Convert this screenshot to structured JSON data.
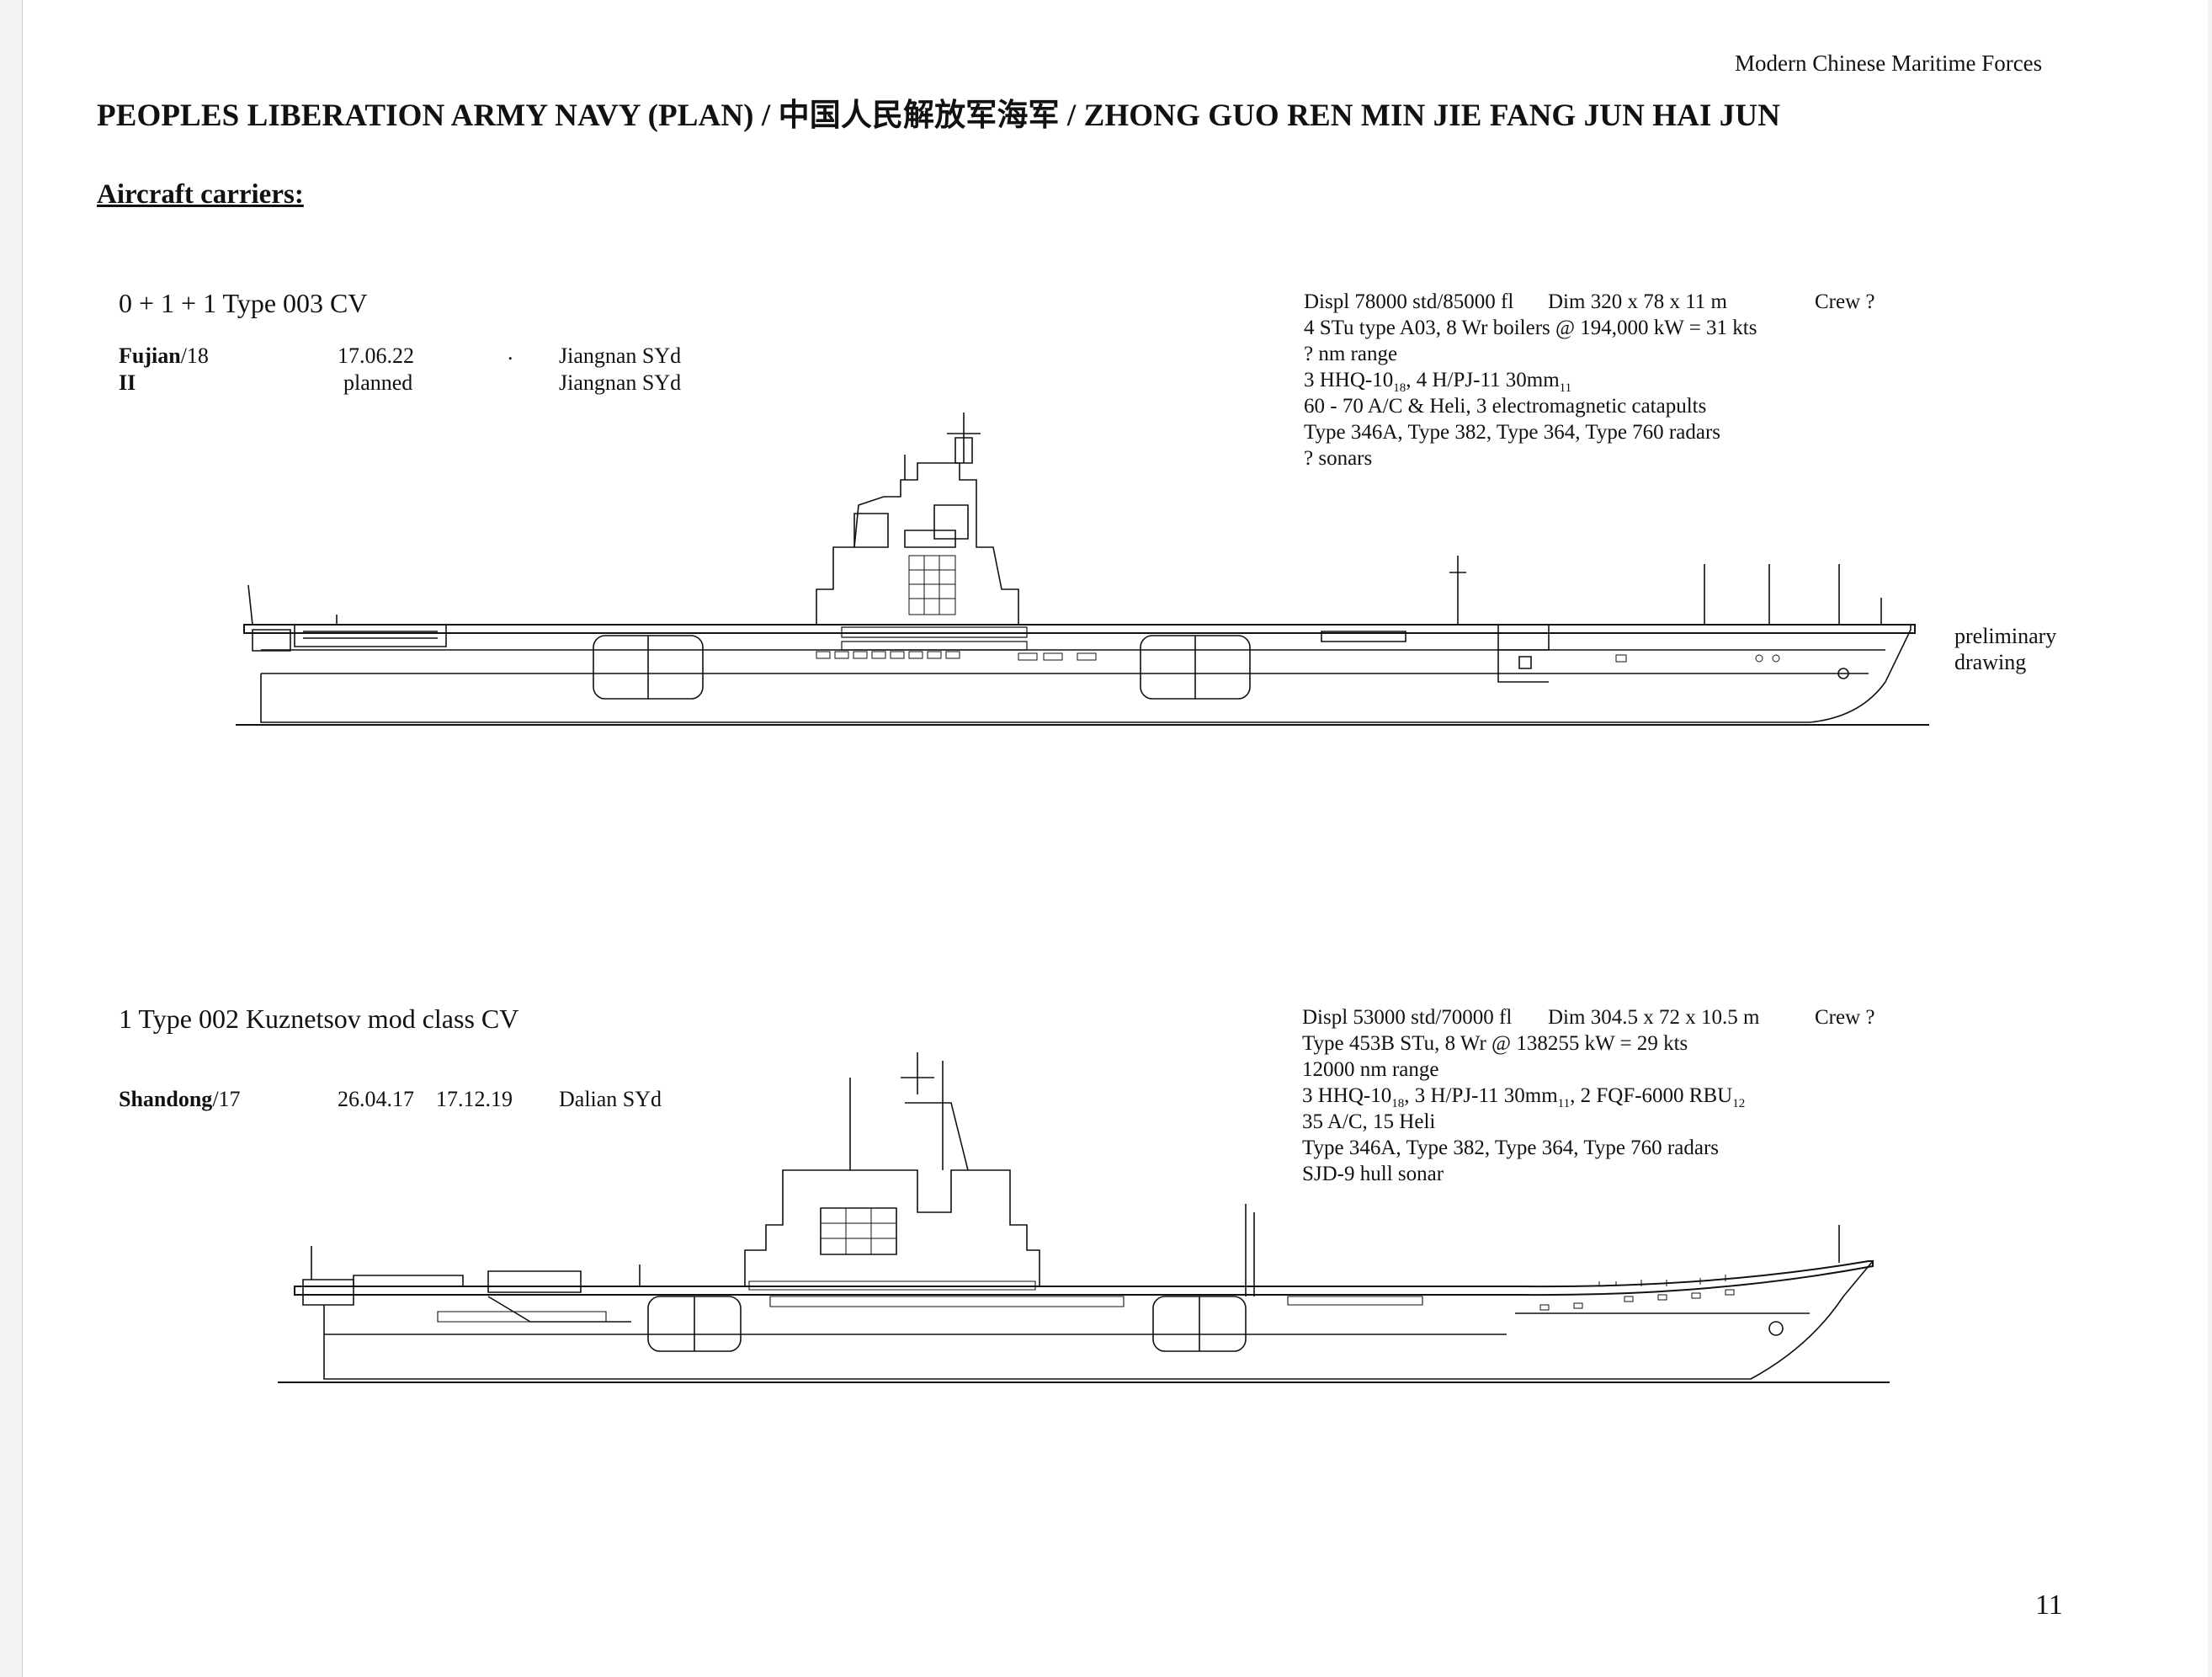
{
  "header": {
    "series_title": "Modern Chinese Maritime Forces",
    "main_title": "PEOPLES LIBERATION ARMY NAVY (PLAN) / 中国人民解放军海军 / ZHONG GUO REN MIN JIE FANG JUN HAI JUN"
  },
  "section": {
    "title": "Aircraft carriers:"
  },
  "classes": [
    {
      "title": "0 + 1 + 1 Type 003 CV",
      "ships": [
        {
          "name": "Fujian",
          "number": "/18",
          "date1": "17.06.22",
          "date2": "",
          "yard": "Jiangnan SYd",
          "dot": "."
        },
        {
          "name": "II",
          "number": "",
          "date1": "planned",
          "date2": "",
          "yard": "Jiangnan SYd",
          "dot": ""
        }
      ],
      "specs": {
        "displ": "Displ 78000 std/85000 fl",
        "dim": "Dim 320 x 78 x 11 m",
        "crew": "Crew ?",
        "machinery": "4 STu type A03, 8 Wr boilers @ 194,000 kW = 31 kts",
        "range": "? nm range",
        "arm_a": "3 HHQ-10",
        "arm_a_sub": "18",
        "arm_b": ", 4 H/PJ-11 30mm",
        "arm_b_sub": "11",
        "arm_c": "",
        "arm_c_sub": "",
        "aircraft": "60 - 70 A/C & Heli, 3 electromagnetic catapults",
        "radars": "Type 346A, Type 382, Type 364, Type 760 radars",
        "sonars": "? sonars"
      },
      "drawing_note": [
        "preliminary",
        "drawing"
      ]
    },
    {
      "title": "1 Type 002 Kuznetsov mod class CV",
      "ships": [
        {
          "name": "Shandong",
          "number": "/17",
          "date1": "26.04.17",
          "date2": "17.12.19",
          "yard": "Dalian SYd"
        }
      ],
      "specs": {
        "displ": "Displ 53000 std/70000 fl",
        "dim": "Dim 304.5 x 72 x 10.5 m",
        "crew": "Crew ?",
        "machinery": "Type 453B STu, 8 Wr @ 138255 kW = 29 kts",
        "range": "12000 nm range",
        "arm_a": "3 HHQ-10",
        "arm_a_sub": "18",
        "arm_b": ", 3 H/PJ-11 30mm",
        "arm_b_sub": "11",
        "arm_c": ", 2 FQF-6000 RBU",
        "arm_c_sub": "12",
        "aircraft": "35 A/C, 15 Heli",
        "radars": "Type 346A, Type 382, Type 364, Type 760 radars",
        "sonars": "SJD-9 hull sonar"
      }
    }
  ],
  "page_number": "11",
  "icons": {
    "ship1": "aircraft-carrier-type-003-profile",
    "ship2": "aircraft-carrier-type-002-profile"
  }
}
